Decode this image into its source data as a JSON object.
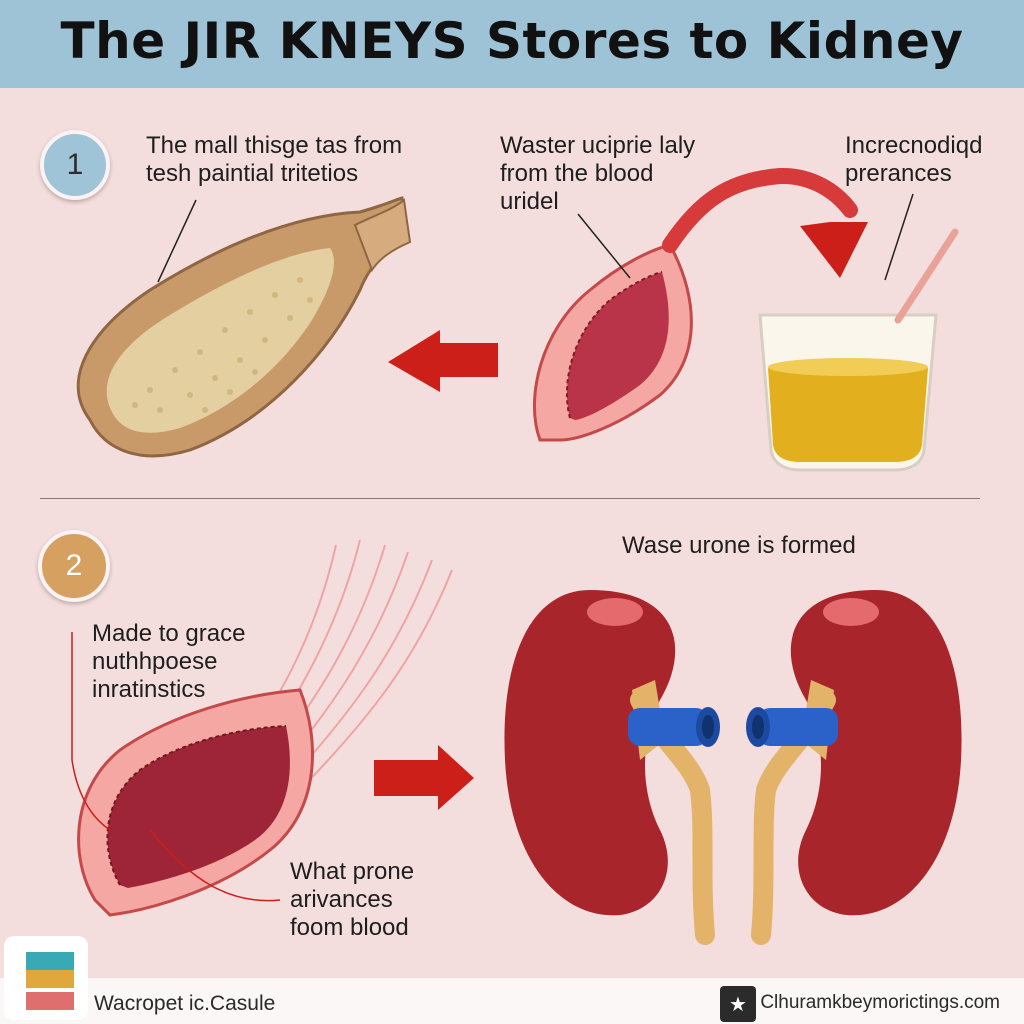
{
  "title": "The JIR KNEYS Stores to Kidney",
  "steps": [
    {
      "number": "1",
      "captions": [
        "The mall thisge tas from\ntesh paintial tritetios",
        "Waster uciprie laly\nfrom the blood\nuridel",
        "Increcnodiqd\nprerances"
      ]
    },
    {
      "number": "2",
      "captions": [
        "Wase urone is formed",
        "Made to grace\nnuthhpoese\ninratinstics",
        "What prone\narivances\nfoom blood"
      ]
    }
  ],
  "footer": {
    "left_text": "Wacropet ic.Casule",
    "right_text": "Clhuramkbeymorictings.com",
    "logo_icon": "person-logo-icon",
    "swatch_colors": [
      "#3aa9b6",
      "#e0a83c",
      "#df6e6e"
    ]
  },
  "colors": {
    "header_bg": "#9fc3d6",
    "page_bg": "#f4dedd",
    "arrow_red": "#cc1f1a",
    "kidney": "#a8252c",
    "ureter": "#e3b36a",
    "vessel_blue": "#2a62c9",
    "urine": "#e2b01e"
  }
}
